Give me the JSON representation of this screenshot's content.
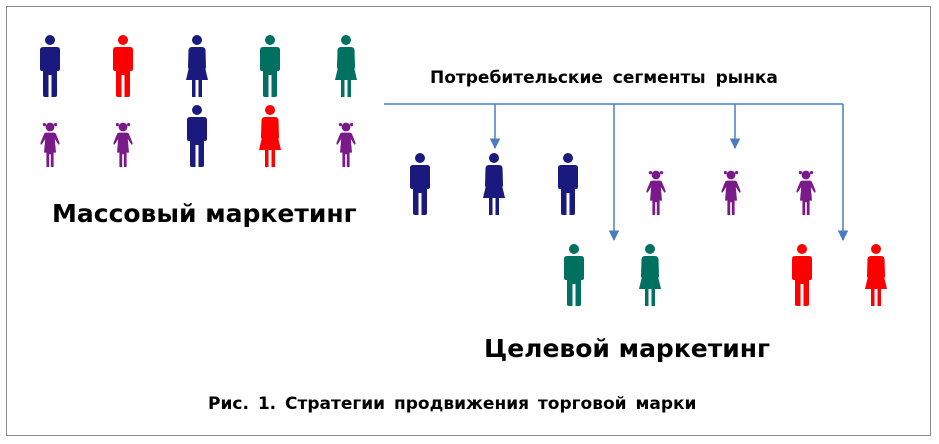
{
  "labels": {
    "segments": "Потребительские сегменты рынка",
    "mass_marketing": "Массовый маркетинг",
    "target_marketing": "Целевой маркетинг",
    "caption": "Рис. 1. Стратегии продвижения торговой марки"
  },
  "colors": {
    "navy": "#1a1a7e",
    "red": "#ff0000",
    "teal": "#007060",
    "purple": "#7a1a8a",
    "connector": "#4a7cc4",
    "border": "#8a8a8a"
  },
  "figures": {
    "mass_row_1": [
      "man-navy",
      "man-red",
      "woman-navy",
      "man-teal",
      "woman-teal"
    ],
    "mass_row_2": [
      "girl-purple",
      "girl-purple",
      "man-navy",
      "woman-red",
      "girl-purple"
    ],
    "target_row_1": [
      "man-navy",
      "woman-navy",
      "man-navy",
      "girl-purple",
      "girl-purple",
      "girl-purple"
    ],
    "target_row_2": [
      "man-teal",
      "woman-teal",
      "man-red",
      "woman-red"
    ]
  }
}
